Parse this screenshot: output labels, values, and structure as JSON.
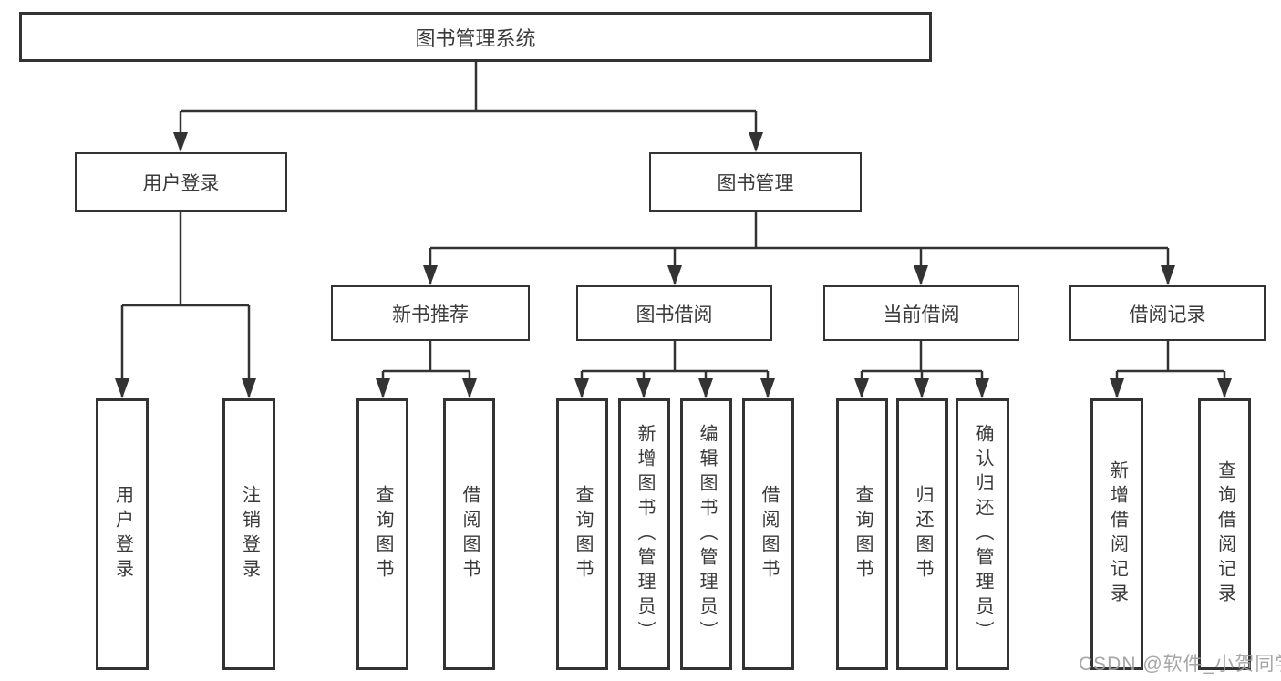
{
  "tree": {
    "label": "图书管理系统",
    "children": [
      {
        "label": "用户登录",
        "children": [
          {
            "label": "用户登录"
          },
          {
            "label": "注销登录"
          }
        ]
      },
      {
        "label": "图书管理",
        "children": [
          {
            "label": "新书推荐",
            "children": [
              {
                "label": "查询图书"
              },
              {
                "label": "借阅图书"
              }
            ]
          },
          {
            "label": "图书借阅",
            "children": [
              {
                "label": "查询图书"
              },
              {
                "label": "新增图书（管理员）"
              },
              {
                "label": "编辑图书（管理员）"
              },
              {
                "label": "借阅图书"
              }
            ]
          },
          {
            "label": "当前借阅",
            "children": [
              {
                "label": "查询图书"
              },
              {
                "label": "归还图书"
              },
              {
                "label": "确认归还（管理员）"
              }
            ]
          },
          {
            "label": "借阅记录",
            "children": [
              {
                "label": "新增借阅记录"
              },
              {
                "label": "查询借阅记录"
              }
            ]
          }
        ]
      }
    ]
  },
  "watermark": "CSDN @软件_小贺同学",
  "colors": {
    "line": "#333333",
    "text": "#3a3a3a",
    "watermark": "#9e9e9e",
    "background": "#ffffff"
  }
}
